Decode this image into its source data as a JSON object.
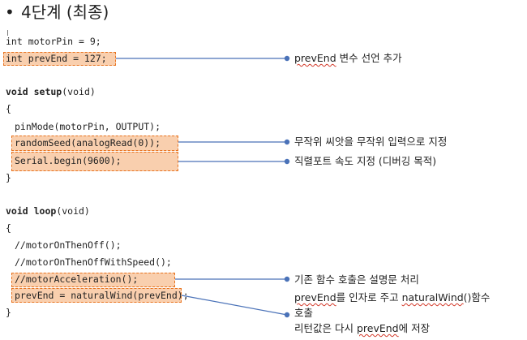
{
  "title": {
    "bullet": "•",
    "text": "4단계 (최종)"
  },
  "code": {
    "line1": "int motorPin = 9;",
    "line2": "int prevEnd = 127;",
    "line3_kw": "void setup",
    "line3_rest": "(void)",
    "line4": "{",
    "line5": "pinMode(motorPin, OUTPUT);",
    "line6": "randomSeed(analogRead(0));",
    "line7": "Serial.begin(9600);",
    "line8": "}",
    "line9_kw": "void loop",
    "line9_rest": "(void)",
    "line10": "{",
    "line11": "//motorOnThenOff();",
    "line12": "//motorOnThenOffWithSpeed();",
    "line13": "//motorAcceleration();",
    "line14": "prevEnd = naturalWind(prevEnd);",
    "line15": "}"
  },
  "annotations": {
    "a1_word": "prevEnd",
    "a1_rest": " 변수 선언 추가",
    "a2": "무작위 씨앗을 무작위 입력으로 지정",
    "a3": "직렬포트 속도 지정 (디버깅 목적)",
    "a4": "기존 함수 호출은 설명문 처리",
    "a5_word1": "prevEnd",
    "a5_mid": "를 인자로 주고 ",
    "a5_word2": "naturalWind",
    "a5_end": "()함수",
    "a6": "호출",
    "a7_pre": "리턴값은 다시 ",
    "a7_word": "prevEnd",
    "a7_end": "에 저장"
  },
  "colors": {
    "highlight_fill": "#f9cfae",
    "highlight_border": "#e8731f",
    "connector": "#4a72b8"
  }
}
